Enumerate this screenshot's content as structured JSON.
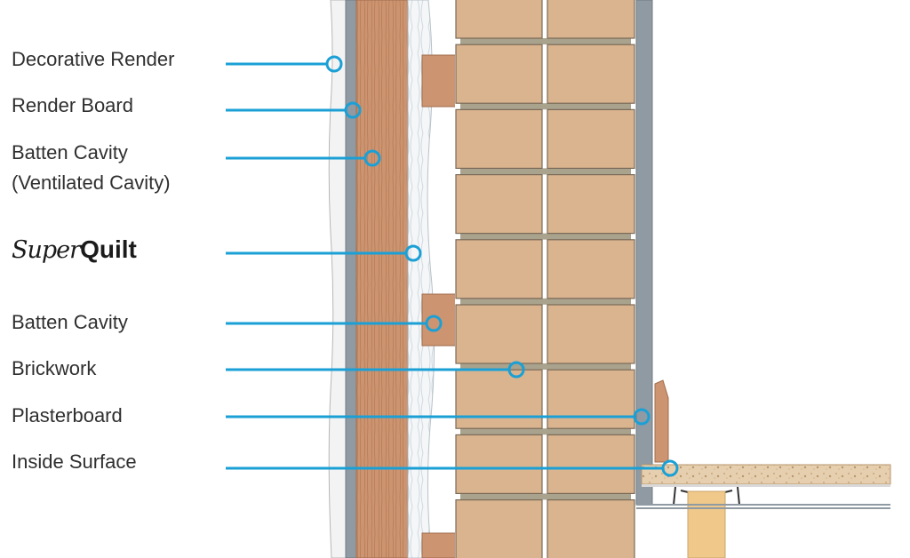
{
  "labels": {
    "decorative_render": "Decorative Render",
    "render_board": "Render Board",
    "batten_cavity_ventilated_line1": "Batten Cavity",
    "batten_cavity_ventilated_line2": "(Ventilated Cavity)",
    "brand_part1": "Super",
    "brand_part2": "Quilt",
    "batten_cavity": "Batten Cavity",
    "brickwork": "Brickwork",
    "plasterboard": "Plasterboard",
    "inside_surface": "Inside Surface"
  },
  "colors": {
    "leader": "#1ba0d6",
    "brick": "#d9b48f",
    "mortar": "#a9a28c",
    "timber": "#c9926d",
    "render": "#f2f2f2",
    "board": "#8f9aa3"
  }
}
